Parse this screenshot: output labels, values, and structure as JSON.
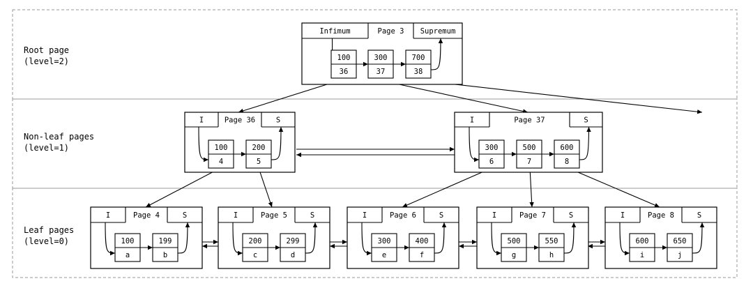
{
  "levels": {
    "root": {
      "line1": "Root page",
      "line2": "(level=2)"
    },
    "nonleaf": {
      "line1": "Non-leaf pages",
      "line2": "(level=1)"
    },
    "leaf": {
      "line1": "Leaf pages",
      "line2": "(level=0)"
    }
  },
  "root": {
    "infimum": "Infimum",
    "title": "Page 3",
    "supremum": "Supremum",
    "records": [
      {
        "key": "100",
        "val": "36"
      },
      {
        "key": "300",
        "val": "37"
      },
      {
        "key": "700",
        "val": "38"
      }
    ]
  },
  "nonleaf": [
    {
      "infimum": "I",
      "title": "Page 36",
      "supremum": "S",
      "records": [
        {
          "key": "100",
          "val": "4"
        },
        {
          "key": "200",
          "val": "5"
        }
      ]
    },
    {
      "infimum": "I",
      "title": "Page 37",
      "supremum": "S",
      "records": [
        {
          "key": "300",
          "val": "6"
        },
        {
          "key": "500",
          "val": "7"
        },
        {
          "key": "600",
          "val": "8"
        }
      ]
    }
  ],
  "leaves": [
    {
      "infimum": "I",
      "title": "Page 4",
      "supremum": "S",
      "records": [
        {
          "key": "100",
          "val": "a"
        },
        {
          "key": "199",
          "val": "b"
        }
      ]
    },
    {
      "infimum": "I",
      "title": "Page 5",
      "supremum": "S",
      "records": [
        {
          "key": "200",
          "val": "c"
        },
        {
          "key": "299",
          "val": "d"
        }
      ]
    },
    {
      "infimum": "I",
      "title": "Page 6",
      "supremum": "S",
      "records": [
        {
          "key": "300",
          "val": "e"
        },
        {
          "key": "400",
          "val": "f"
        }
      ]
    },
    {
      "infimum": "I",
      "title": "Page 7",
      "supremum": "S",
      "records": [
        {
          "key": "500",
          "val": "g"
        },
        {
          "key": "550",
          "val": "h"
        }
      ]
    },
    {
      "infimum": "I",
      "title": "Page 8",
      "supremum": "S",
      "records": [
        {
          "key": "600",
          "val": "i"
        },
        {
          "key": "650",
          "val": "j"
        }
      ]
    }
  ]
}
